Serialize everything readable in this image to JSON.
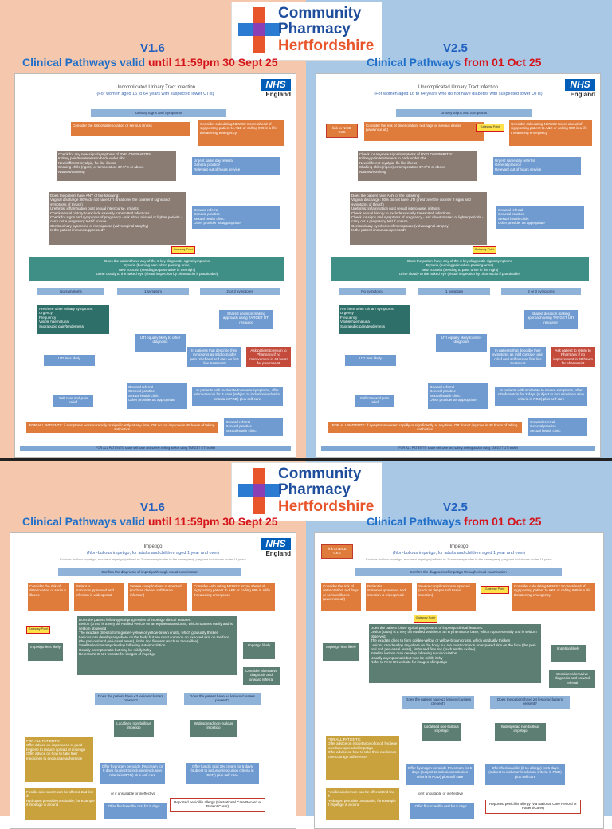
{
  "logo": {
    "line1": "Community",
    "line2": "Pharmacy",
    "line3": "Hertfordshire"
  },
  "top": {
    "left": {
      "version": "V1.6",
      "valid_text": "Clinical Pathways valid ",
      "valid_red": "until 11:59pm 30 Sept 25"
    },
    "right": {
      "version": "V2.5",
      "valid_text": "Clinical Pathways ",
      "valid_red": "from 01 Oct 25"
    }
  },
  "bottom": {
    "left": {
      "version": "V1.6",
      "valid_text": "Clinical Pathways valid ",
      "valid_red": "until 11:59pm 30 Sept 25"
    },
    "right": {
      "version": "V2.5",
      "valid_text": "Clinical Pathways ",
      "valid_red": "from 01 Oct 25"
    }
  },
  "nhs": {
    "logo": "NHS",
    "region": "England"
  },
  "uti": {
    "title": "Uncomplicated Urinary Tract Infection",
    "sub_old": "(For women aged 16 to 64 years with suspected lower UTIs)",
    "sub_new": "(For women aged 16 to 64 years who do not have diabetes with suspected lower UTIs)",
    "start": "Urinary Signs and Symptoms",
    "risk_old": "Consider the risk of deterioration or serious illness",
    "risk_new": "Consider the risk of deterioration, red flags or serious illness (www.nice.uk)",
    "news2": "Consider calculating NEWS2 Score ahead of signposting patient to A&E or calling 999 in a life threatening emergency",
    "pyelo": "Check for any new signs/symptoms of PYELONEPHRITIS:",
    "pyelo_items": [
      "Kidney pain/tenderness in back under ribs",
      "New/different myalgia, flu like illness",
      "Shaking chills (rigors) or temperature 37.9°C or above",
      "Nausea/vomiting"
    ],
    "urgent": "Urgent same day referral",
    "urgent_items": [
      "General practice",
      "Relevant out of hours service"
    ],
    "any": "Does the patient have ANY of the following:",
    "any_items": [
      "Vaginal discharge: 80% do not have UTI (treat over the counter if signs and symptoms of thrush)",
      "Urethritis: inflammation post sexual intercourse, irritants",
      "Check sexual history to exclude sexually transmitted infections",
      "Check for signs and symptoms of pregnancy - ask about missed or lighter periods - carry out a pregnancy test if unsure",
      "Genitourinary syndrome of menopause (vulvovaginal atrophy)",
      "Is the patient immunosuppressed?"
    ],
    "onward": "Onward referral",
    "onward_items": [
      "General practice",
      "Sexual health clinic",
      "Other provider as appropriate"
    ],
    "gateway": "Gateway Point",
    "key": "Does the patient have any of the 3 key diagnostic signs/symptoms",
    "key_items": [
      "Dysuria (burning pain when passing urine)",
      "New nocturia (needing to pass urine in the night)",
      "Urine cloudy to the naked eye (visual inspection by pharmacist if practicable)"
    ],
    "sym0": "No symptoms",
    "sym1": "1 symptom",
    "sym2": "2 or 3 symptoms",
    "other": "Are there other urinary symptoms:",
    "other_items": [
      "Urgency",
      "Frequency",
      "Visible haematuria",
      "Suprapubic pain/tenderness"
    ],
    "shared": "Shared decision making approach using TARGET UTI resource",
    "uti_equal": "UTI equally likely to other diagnosis",
    "uti_less": "UTI less likely",
    "describe": "In patients that describe their symptoms as mild consider pain relief and self care as first line treatment",
    "advise": "Ask patient to return to Pharmacy if no improvement in 48 hours for pharmacist reassessment",
    "selfcare": "Self care and pain relief",
    "moderate": "In patients with moderate to severe symptoms, offer nitrofurantoin for 3 days (subject to inclusion/exclusion criteria in PGD) plus self care",
    "allpatients": "FOR ALL PATIENTS: if symptoms worsen rapidly or significantly at any time, OR do not improve in 48 hours of taking antibiotics",
    "footer": "FOR ALL PATIENTS: share self-care and safety-netting advice using TARGET UTI leaflet",
    "nice": "link to NICE CKS"
  },
  "imp": {
    "title": "Impetigo",
    "sub": "(Non-bullous impetigo, for adults and children aged 1 year and over)",
    "excl": "Exclude: bullous impetigo, recurrent impetigo (defined as 2 or more episodes in the same year), pregnant individuals under 16 years",
    "start": "Confirm the diagnosis of impetigo through visual examination",
    "risk_old": "Consider the risk of deterioration or serious illness",
    "risk_new": "Consider the risk of deterioration, red flags or serious illness (www.nice.uk)",
    "immuno": "Patient is immunosuppressed and infection is widespread",
    "severe": "Severe complications suspected (such as deeper soft tissue infection)",
    "news2": "Consider calculating NEWS2 Score ahead of signposting patient to A&E or calling 999 in a life threatening emergency",
    "gateway": "Gateway Point",
    "typical": "Does the patient follow typical progression of impetigo clinical features:",
    "typical_items": [
      "Lesion (crust) is a very thin-walled vesicle on an erythematous base, which ruptures easily and is seldom observed",
      "The exudate dries to form golden-yellow or yellow-brown crusts, which gradually thicken",
      "Lesions can develop anywhere on the body but are most common on exposed skin on the face (the peri-oral and peri-nasal areas), limbs and flexures (such as the axillae)",
      "Satellite lesions may develop following autoinoculation",
      "Usually asymptomatic but may be mildly itchy",
      "Refer to NHS UK website for images of impetigo"
    ],
    "less": "Impetigo less likely",
    "likely": "Impetigo likely",
    "consider": "Consider alternative diagnosis and onward referral",
    "three_less": "Does the patient have ≤3 lesions/clusters present?",
    "four_more": "Does the patient have ≥4 lesions/clusters present?",
    "localised": "Localised non-bullous impetigo",
    "widespread": "Widespread non-bullous impetigo",
    "allpatients": "FOR ALL PATIENTS:",
    "all_items": [
      "Offer advice on importance of good hygiene to reduce spread of impetigo",
      "Offer advice on how to take their medicines to encourage adherence"
    ],
    "hydrogen": "Offer hydrogen peroxide 1% cream for 5 days (subject to inclusion/exclusion criteria in PGD) plus self care",
    "fusidic": "Offer fusidic acid 2% cream for 5 days (subject to inclusion/exclusion criteria in PGD) plus self care",
    "hydrogen_new": "Offer hydrogen peroxide 1% cream for 5 days (subject to inclusion/exclusion criteria in PGD) plus self care",
    "fusidic_new": "Offer flucloxacillin (if no allergy) for 5 days (subject to inclusion/exclusion criteria in PGD) plus self care",
    "unsuitable": "or if unsuitable or ineffective",
    "fusidic2": "Fusidic acid cream can be offered 2nd line if:",
    "fusidic2_item": "Hydrogen peroxide unsuitable, for example if impetigo is around",
    "oral": "Offer flucloxacillin oral for 5 days...",
    "penicillin": "Reported penicillin allergy (via National Care Record or Patient/Carer)",
    "nice": "link to NICE CKS"
  }
}
